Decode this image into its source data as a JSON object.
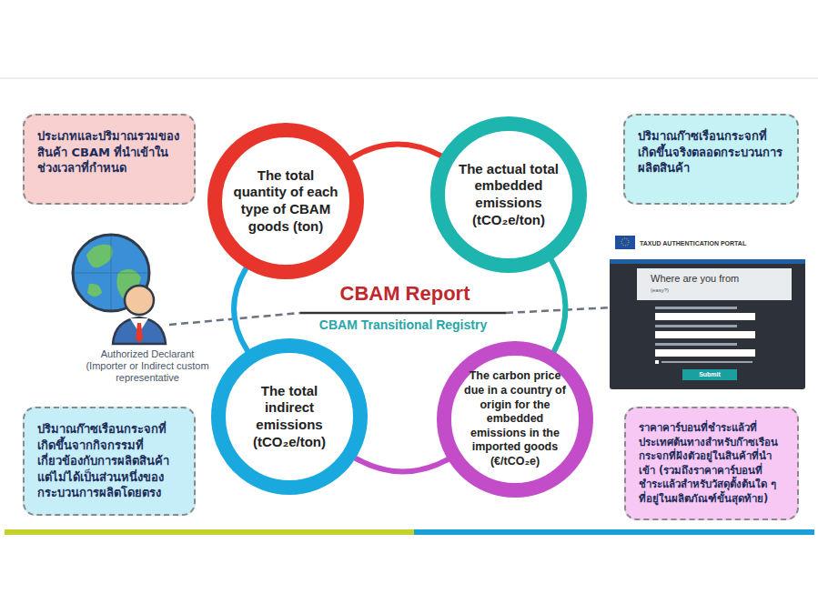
{
  "diagram": {
    "nodes": [
      {
        "text": [
          "ประเภทและปริมาณรวมของสินค้า CBAM ที่นำเข้าในช่วงเวลาที่กำหนด"
        ]
      },
      {
        "text": [
          "The total quantity of each type of CBAM goods (ton)"
        ]
      },
      {
        "text": [
          "The actual total embedded emissions (tCO₂e/ton)"
        ]
      },
      {
        "text": [
          "ปริมาณก๊าซเรือนกระจกที่เกิดขึ้นจริงตลอดกระบวนการผลิตสินค้า"
        ]
      },
      {
        "text": [
          "The total indirect emissions (tCO₂e/ton)"
        ]
      },
      {
        "text": [
          "The carbon price due in a country of origin for the embedded emissions in the imported goods (€/tCO₂e)"
        ]
      },
      {
        "text": [
          "ปริมาณก๊าซเรือนกระจกที่เกิดขึ้นจากกิจกรรมที่เกี่ยวข้องกับการผลิตสินค้า แต่ไม่ได้เป็นส่วนหนึ่งของกระบวนการผลิตโดยตรง"
        ]
      },
      {
        "text": [
          "ราคาคาร์บอนที่ชำระแล้วที่ประเทศต้นทางสำหรับก๊าซเรือนกระจกที่ฝังตัวอยู่ในสินค้าที่นำเข้า (รวมถึงราคาคาร์บอนที่ชำระแล้วสำหรับวัสดุตั้งต้นใด ๆ ที่อยู่ในผลิตภัณฑ์ขั้นสุดท้าย)"
        ]
      }
    ],
    "edges": [
      {
        "from": 1,
        "to": 2,
        "arrow": "none"
      },
      {
        "from": 2,
        "to": 5,
        "arrow": "none"
      },
      {
        "from": 4,
        "to": 5,
        "arrow": "none"
      },
      {
        "from": 4,
        "to": 1,
        "arrow": "none"
      }
    ],
    "labels": [
      "CBAM Report",
      "CBAM Transitional Registry",
      "Authorized Declarant (Importer or Indirect custom representative",
      "TAXUD AUTHENTICATION PORTAL",
      "Where are you from",
      "(easy?)",
      "Submit"
    ]
  }
}
